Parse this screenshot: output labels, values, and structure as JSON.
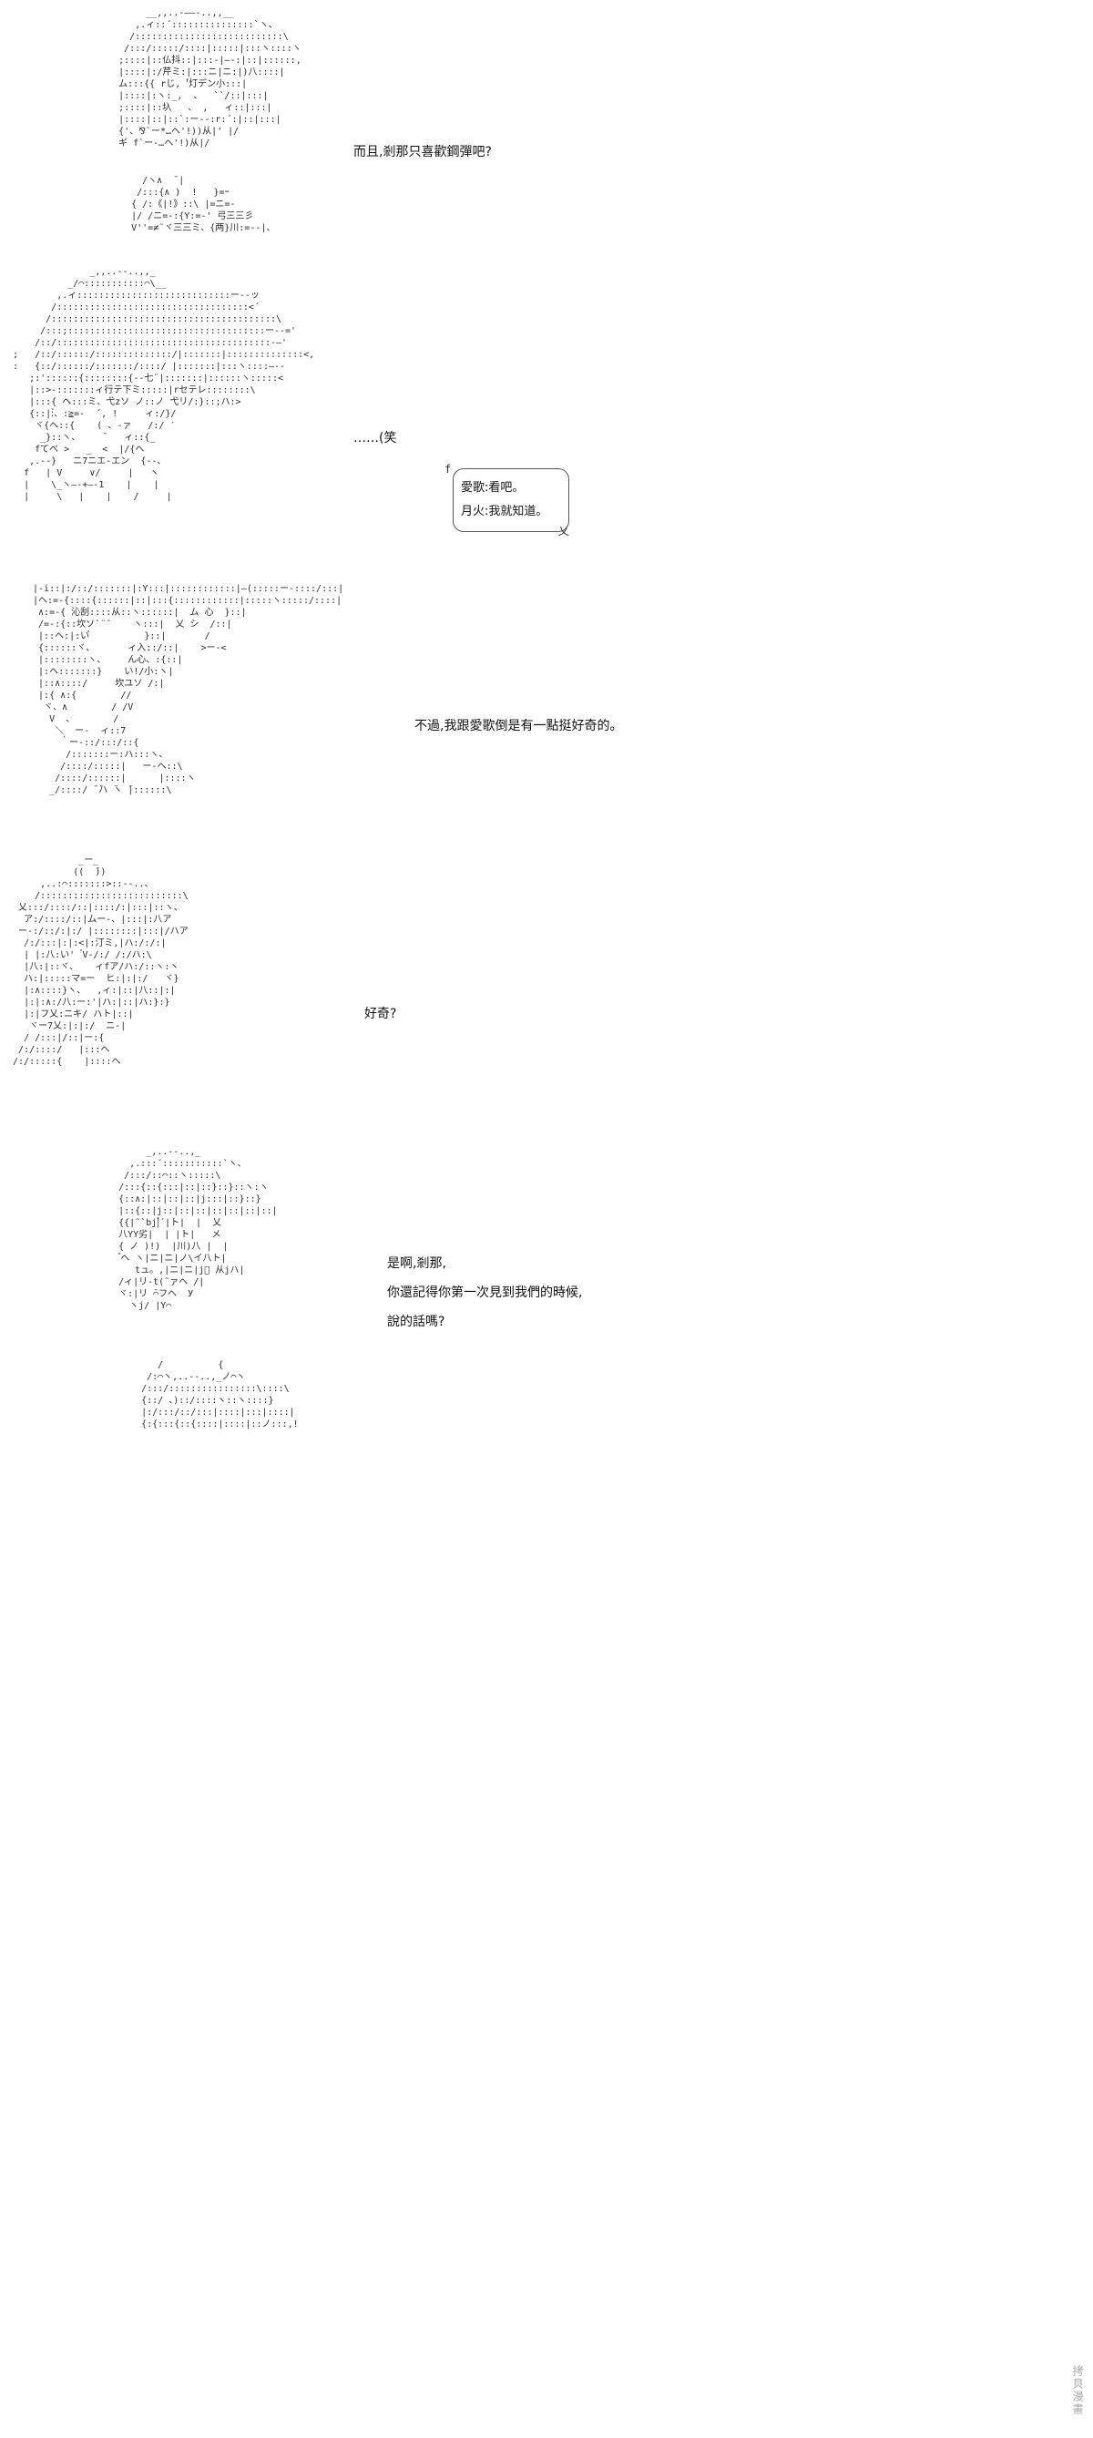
{
  "page": {
    "background": "#ffffff",
    "text_color": "#111111",
    "aa_color": "#2a2a2a",
    "watermark": "拷貝漫畫"
  },
  "dialogues": [
    {
      "text": "而且,剎那只喜歡鋼彈吧?"
    },
    {
      "text": "……(笑"
    },
    {
      "text": "不過,我跟愛歌倒是有一點挺好奇的。"
    },
    {
      "text": "好奇?"
    },
    {
      "text": "是啊,剎那,"
    },
    {
      "text": "你還記得你第一次見到我們的時候,"
    },
    {
      "text": "說的話嗎?"
    }
  ],
  "bubble": {
    "line1": "愛歌:看吧。",
    "line2": "月火:我就知道。",
    "tail_top": "f",
    "tail_bottom": "乂"
  },
  "ascii_art": {
    "girl_head": [
      "          __,,..-――-..,,__",
      "        ,.ィ::´:::::::::::::::`ヽ、",
      "       /:::::::::::::::::::::::::::\\",
      "      /:::/:::::/::::|:::::|:::ヽ::::ヽ",
      "     ;::::|::仏抖::|:::-|―-:|::|::::::,",
      "     |::::|:/芹ミ:|:::ニ|ニ:|)八::::|",
      "     ム:::{{ rじ, '゙灯デン小:::|",
      "     |::::|:ヽ:_,  、  ``/::|:::|",
      "     ;::::|::圦   、 ,   ィ::|:::|",
      "     |::::|::|::`:ー--:r:´:|::|:::|",
      "     {'、⅋`ー*…ヘ'!))从|' |/",
      "     ギ f`ー-…ヘ'!)从|/"
    ],
    "girl_body": [
      "        /ヽ∧  ̄ |",
      "       /:::{∧ )  !   }=ｰ",
      "      { /:《|!》::\\ |=ニ=-",
      "      |/ /ニ=-:{Y:=-' 弓三三彡",
      "      V''=≠˜ヾ三三ミ、{两}川:=--|、"
    ],
    "boy_large": [
      "                _,,..--..,,_",
      "            _/⌒:::::::::::⌒\\__",
      "          ,.ィ::::::::::::::::::::::::::::ー--ッ",
      "         /:::::::::::::::::::::::::::::::::::<´",
      "        /:::::::::::::::::::::::::::::::::::::::::\\",
      "       /:::;::::::::::::::::::::::::::::::::::::ー--='",
      "      /::/:::::::::::::::::::::::::::::::::::::::-―'",
      "  ;   /::/::::::/::::::::::::::/|:::::::|::::::::::::::<,",
      "  :   {::/::::::/:::::::/::::/ |:::::::|:::ヽ::::―--",
      "     ;:'::::::{::::::::{-‐七¨|:::::::|::::::ヽ:::::<",
      "     |::>-:::::::ィ行テ下ミ:::::|rセテレ::::::::\\",
      "     |:::{ ヘ:::ミ、弋zソ ノ::ノ 弋リ/:}::;ハ:>",
      "     {::|:゙、:≧=-  ´, !     ィ:/}/",
      "      ヾ{ヘ::{    ( 、-ァ   /:/ ′",
      "       _}::ヽ、    ̄    ィ::{_",
      "      fてべ >   _  <  |/{ヘ",
      "     ,.-‐}   ニ7ニエ-エン  {‐-、",
      "    f   | V     ∨/     |   ヽ",
      "    |    \\_ヽ―-+―-1    |    |",
      "    |     \\   |    |    /     |"
    ],
    "curly_hair": [
      " |-i::|:/::/:::::::|:Y:::|::::::::::::|―(:::::ー-::::/:::|",
      " |ヘ:=-{::::{::::::|::|:::{::::::::::::|:::::ヽ:::::/::::|",
      "  ∧:=-{ 沁刮::::从::ヽ::::::|  ム 心  }::|",
      "  /=-:{::坎ソ`¨˜    ヽ:::|  乂 シ  /::|",
      "  |::ヘ:|:い゙          }::|       /",
      "  {::::::ヾ、      ィ入::/::|    >ー-<",
      "  |::::::::ヽ、    ん心、:{::|",
      "  |:ヘ:::::::}    い!/小:ヽ|",
      "  |::∧::::/     坎ユソ /:|",
      "  |:{ ∧:{        //",
      "   ヾ、∧        / /V",
      "    V  、       /",
      "     ＼  ー-  ィ::7",
      "      ｀ー-::/:::/::{",
      "       /:::::::ー:ハ:::ヽ、",
      "      /::::/:::::|   ー-ヘ::\\",
      "     /::::/::::::|      |::::ヽ",
      "    _/::::/ ̄ ̄ハ ̄ヽ ̄|::::::\\"
    ],
    "side_face": [
      "              _ー_",
      "             ((  ̄))",
      "       ,..:⌒:::::::>::--..、",
      "      /::::::::::::::::::::::::::\\",
      "   乂:::/::::/::|::::/:|:::|::ヽ、",
      "    ア:/::::/::|ムー-、|:::|:八ア",
      "   ー-:/::/:|:/ |::::::::|:::|/ハア",
      "    /:/:::|:|:<|:汀ミ,|ハ:/:/:|",
      "    | |:八:い'  ゙V-/:/ /:/ハ:\\",
      "    |八:|::ヾ、   ィfア/ハ:/::ヽ:ヽ",
      "    ハ:|:::::マ=ー  ヒ:|:|:/   ヾ}",
      "    |:∧::::}ヽ、  ,ィ:|::|八::|:|",
      "    |:|:∧:/八:ー:'|ハ:|::|ハ:}:}",
      "    |:|フ乂:ニキ/ ハト|::|",
      "     ヾー7乂:|:|:/  ニ-|",
      "    / /:::|/::|ー:{",
      "   /:/::::/   |:::ヘ",
      "  /:/:::::{    |::::ヘ"
    ],
    "twin_tail": [
      "          _,..--..,_",
      "       ,.:::´:::::::::::`ヽ、",
      "      /:::/::⌒::ヽ:::::\\",
      "     /:::{::{:::|::|::}::}::ヽ:ヽ",
      "     {::∧:|::|::|::|j:::|::}::}",
      "     |::{::|j::|::|::|::|::|::|::|",
      "     {{|˜`bj|゙´|ト|  |  乂",
      "     八YY劣|  | |ト|   メ",
      "     { ノ )!)  |川)八 |  |",
      "      ゚ヘ ヽ|ニ|ニ|ノ\\イ八ト|",
      "        tュ。,|ニ|ニ|j゙ 从jハ|",
      "     /ィ|リ-t(˜ァヘ /|",
      "     ヾ:|リ ̄⌒フヘ  У",
      "       ヽj/ |Y⌒"
    ],
    "bottom_partial": [
      "        /          {",
      "      /:⌒ヽ,..--..,_ノ⌒ヽ",
      "     /:::/::::::::::::::::\\::::\\",
      "     {::/ 、)::/::::ヽ::ヽ::::}",
      "     |:/:::/::/:::|::::|:::|::::|",
      "     {:{:::{::{::::|::::|::ノ:::,!"
    ]
  }
}
